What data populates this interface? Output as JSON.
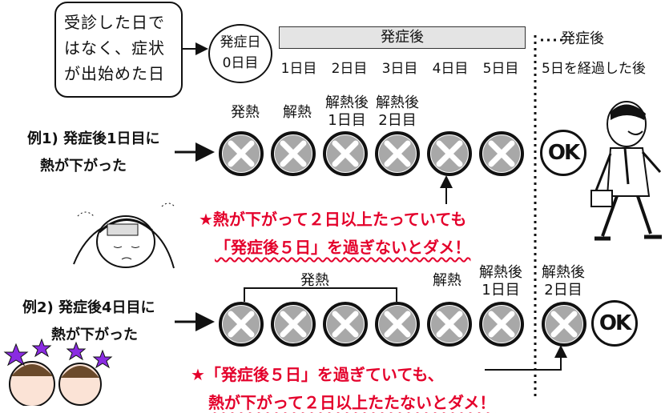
{
  "note": {
    "lines": [
      "受診した日で",
      "はなく、症状",
      "が出始めた日"
    ]
  },
  "header": {
    "day0_lines": [
      "発症日",
      "0日目"
    ],
    "onset_bar": "発症後",
    "after_label": "発症後",
    "after_sub": "5日を経過した後",
    "days": [
      "1日目",
      "2日目",
      "3日目",
      "4日目",
      "5日目"
    ]
  },
  "example1": {
    "label_lines": [
      "例1) 発症後1日目に",
      "熱が下がった"
    ],
    "captions": [
      {
        "lines": [
          "発熱"
        ]
      },
      {
        "lines": [
          "解熱"
        ]
      },
      {
        "lines": [
          "解熱後",
          "1日目"
        ]
      },
      {
        "lines": [
          "解熱後",
          "2日目"
        ]
      }
    ],
    "ok": "OK",
    "note_lines": [
      "★熱が下がって２日以上たっていても",
      "「発症後５日」を過ぎないとダメ！"
    ]
  },
  "example2": {
    "label_lines": [
      "例2) 発症後4日目に",
      "熱が下がった"
    ],
    "captions": [
      {
        "lines": [
          "発熱"
        ]
      },
      {
        "lines": [
          "解熱"
        ]
      },
      {
        "lines": [
          "解熱後",
          "1日目"
        ]
      },
      {
        "lines": [
          "解熱後",
          "2日目"
        ]
      }
    ],
    "ok": "OK",
    "note_lines": [
      "★「発症後５日」を過ぎていても、",
      "熱が下がって２日以上たたないとダメ！"
    ]
  },
  "colors": {
    "accent_red": "#e4002b",
    "bar_gray": "#e4e4e4",
    "cross_gray": "#a8a8a8"
  },
  "icons": [
    "sick-person-illustration",
    "walking-businessman-illustration",
    "sick-children-illustration"
  ]
}
